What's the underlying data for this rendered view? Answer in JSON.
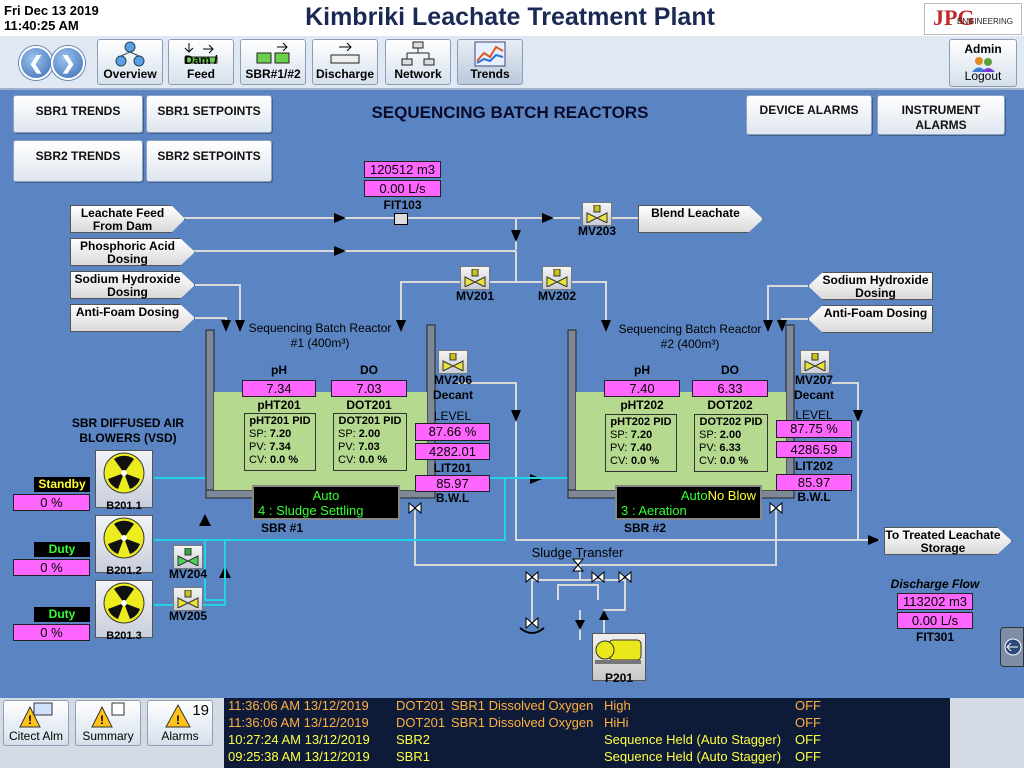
{
  "header": {
    "date": "Fri Dec 13 2019",
    "time": "11:40:25 AM",
    "title": "Kimbriki Leachate Treatment Plant",
    "logo_text": "JPG",
    "logo_sub": "ENGINEERING"
  },
  "nav": {
    "back_icon": "arrow-left-icon",
    "forward_icon": "arrow-right-icon",
    "buttons": [
      {
        "label": "Overview"
      },
      {
        "label": "Dam / Feed"
      },
      {
        "label": "SBR#1/#2"
      },
      {
        "label": "Discharge"
      },
      {
        "label": "Network"
      },
      {
        "label": "Trends"
      }
    ],
    "admin": {
      "user": "Admin",
      "logout": "Logout"
    }
  },
  "page": {
    "title": "SEQUENCING BATCH REACTORS",
    "sbr1_trends": "SBR1 TRENDS",
    "sbr1_setpoints": "SBR1 SETPOINTS",
    "sbr2_trends": "SBR2 TRENDS",
    "sbr2_setpoints": "SBR2 SETPOINTS",
    "device_alarms": "DEVICE ALARMS",
    "instrument_alarms": "INSTRUMENT ALARMS"
  },
  "feeds": {
    "leachate_feed": "Leachate Feed From Dam",
    "phosphoric": "Phosphoric Acid Dosing",
    "sodium_left": "Sodium Hydroxide Dosing",
    "antifoam_left": "Anti-Foam Dosing",
    "sodium_right": "Sodium Hydroxide Dosing",
    "antifoam_right": "Anti-Foam Dosing",
    "blend": "Blend Leachate",
    "treated": "To Treated Leachate Storage"
  },
  "fit103": {
    "total": "120512 m3",
    "flow": "0.00 L/s",
    "tag": "FIT103"
  },
  "valves": {
    "mv203": "MV203",
    "mv201": "MV201",
    "mv202": "MV202",
    "mv206": "MV206",
    "mv207": "MV207",
    "mv204": "MV204",
    "mv205": "MV205",
    "decant": "Decant"
  },
  "sbr1": {
    "title": "Sequencing Batch Reactor #1 (400m³)",
    "ph_label": "pH",
    "ph": "7.34",
    "ph_tag": "pHT201",
    "do_label": "DO",
    "do": "7.03",
    "do_tag": "DOT201",
    "ph_pid": {
      "title": "pHT201 PID",
      "sp": "7.20",
      "pv": "7.34",
      "cv": "0.0 %"
    },
    "do_pid": {
      "title": "DOT201 PID",
      "sp": "2.00",
      "pv": "7.03",
      "cv": "0.0 %"
    },
    "level_label": "LEVEL",
    "level_pct": "87.66 %",
    "level_vol": "4282.01",
    "level_tag": "LIT201",
    "bwl": "85.97",
    "bwl_label": "B.W.L",
    "mode": "Auto",
    "step": "4 : Sludge Settling",
    "name": "SBR #1"
  },
  "sbr2": {
    "title": "Sequencing Batch Reactor #2 (400m³)",
    "ph_label": "pH",
    "ph": "7.40",
    "ph_tag": "pHT202",
    "do_label": "DO",
    "do": "6.33",
    "do_tag": "DOT202",
    "ph_pid": {
      "title": "pHT202 PID",
      "sp": "7.20",
      "pv": "7.40",
      "cv": "0.0 %"
    },
    "do_pid": {
      "title": "DOT202 PID",
      "sp": "2.00",
      "pv": "6.33",
      "cv": "0.0 %"
    },
    "level_label": "LEVEL",
    "level_pct": "87.75 %",
    "level_vol": "4286.59",
    "level_tag": "LIT202",
    "bwl": "85.97",
    "bwl_label": "B.W.L",
    "mode": "Auto",
    "noblow": "No Blow",
    "step": "3 : Aeration",
    "name": "SBR #2"
  },
  "blowers": {
    "title": "SBR DIFFUSED AIR BLOWERS (VSD)",
    "items": [
      {
        "status": "Standby",
        "speed": "0 %",
        "tag": "B201.1"
      },
      {
        "status": "Duty",
        "speed": "0 %",
        "tag": "B201.2"
      },
      {
        "status": "Duty",
        "speed": "0 %",
        "tag": "B201.3"
      }
    ]
  },
  "sludge": {
    "label": "Sludge Transfer",
    "pump": "P201"
  },
  "discharge": {
    "title": "Discharge Flow",
    "total": "113202 m3",
    "flow": "0.00 L/s",
    "tag": "FIT301"
  },
  "footer": {
    "citect_alm": "Citect Alm",
    "summary": "Summary",
    "alarms": "Alarms",
    "alarm_count": "19",
    "alarm_list": [
      {
        "time": "11:36:06 AM 13/12/2019",
        "tag": "DOT201",
        "desc": "SBR1 Dissolved Oxygen",
        "state": "High",
        "status": "OFF",
        "color": "#ffb040"
      },
      {
        "time": "11:36:06 AM 13/12/2019",
        "tag": "DOT201",
        "desc": "SBR1 Dissolved Oxygen",
        "state": "HiHi",
        "status": "OFF",
        "color": "#ffb040"
      },
      {
        "time": "10:27:24 AM 13/12/2019",
        "tag": "SBR2",
        "desc": "",
        "state": "Sequence Held (Auto Stagger)",
        "status": "OFF",
        "color": "#ffff40"
      },
      {
        "time": "09:25:38 AM 13/12/2019",
        "tag": "SBR1",
        "desc": "",
        "state": "Sequence Held (Auto Stagger)",
        "status": "OFF",
        "color": "#ffff40"
      }
    ]
  },
  "colors": {
    "background": "#5b85c2",
    "magenta": "#ff66ff",
    "liquid": "#b4d98f",
    "air_pipe": "#22d3e6"
  }
}
